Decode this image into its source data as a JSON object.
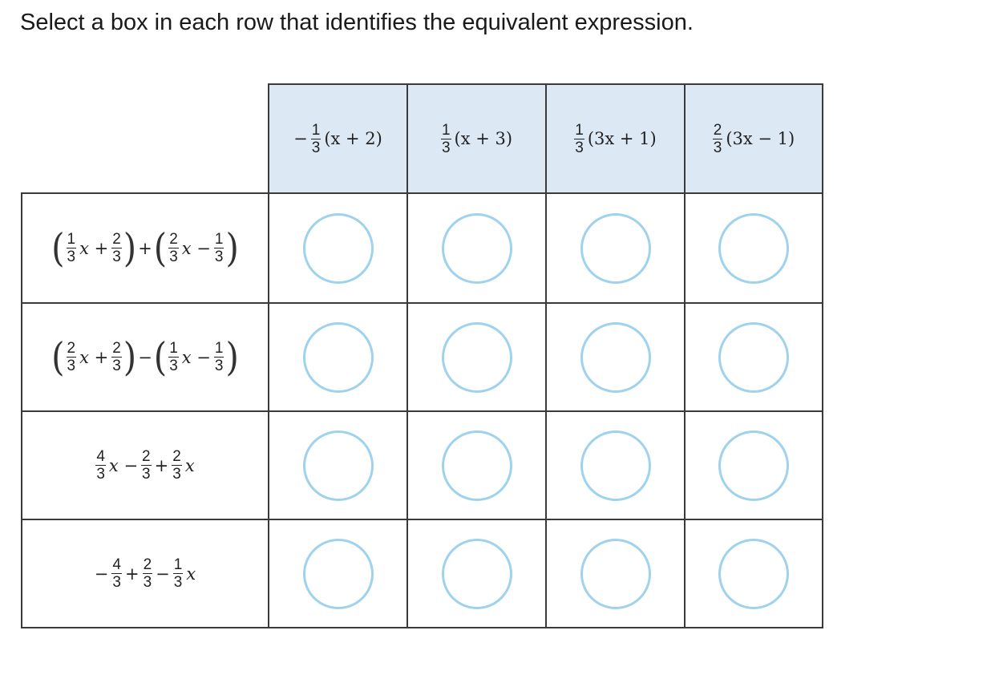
{
  "prompt": "Select a box in each row that identifies the equivalent expression.",
  "columns": [
    [
      {
        "t": "−"
      },
      {
        "f": [
          "1",
          "3"
        ]
      },
      {
        "t": "(x + 2)"
      }
    ],
    [
      {
        "f": [
          "1",
          "3"
        ]
      },
      {
        "t": "(x + 3)"
      }
    ],
    [
      {
        "f": [
          "1",
          "3"
        ]
      },
      {
        "t": "(3x + 1)"
      }
    ],
    [
      {
        "f": [
          "2",
          "3"
        ]
      },
      {
        "t": "(3x − 1)"
      }
    ]
  ],
  "rows": [
    [
      {
        "p": "("
      },
      {
        "f": [
          "1",
          "3"
        ]
      },
      {
        "t": "x +",
        "i": true
      },
      {
        "f": [
          "2",
          "3"
        ]
      },
      {
        "p": ")"
      },
      {
        "t": "+"
      },
      {
        "p": "("
      },
      {
        "f": [
          "2",
          "3"
        ]
      },
      {
        "t": "x −",
        "i": true
      },
      {
        "f": [
          "1",
          "3"
        ]
      },
      {
        "p": ")"
      }
    ],
    [
      {
        "p": "("
      },
      {
        "f": [
          "2",
          "3"
        ]
      },
      {
        "t": "x +",
        "i": true
      },
      {
        "f": [
          "2",
          "3"
        ]
      },
      {
        "p": ")"
      },
      {
        "t": "−"
      },
      {
        "p": "("
      },
      {
        "f": [
          "1",
          "3"
        ]
      },
      {
        "t": "x −",
        "i": true
      },
      {
        "f": [
          "1",
          "3"
        ]
      },
      {
        "p": ")"
      }
    ],
    [
      {
        "f": [
          "4",
          "3"
        ]
      },
      {
        "t": "x −",
        "i": true
      },
      {
        "f": [
          "2",
          "3"
        ]
      },
      {
        "t": "+"
      },
      {
        "f": [
          "2",
          "3"
        ]
      },
      {
        "t": "x",
        "i": true
      }
    ],
    [
      {
        "t": "−"
      },
      {
        "f": [
          "4",
          "3"
        ]
      },
      {
        "t": "+"
      },
      {
        "f": [
          "2",
          "3"
        ]
      },
      {
        "t": "−"
      },
      {
        "f": [
          "1",
          "3"
        ]
      },
      {
        "t": "x",
        "i": true
      }
    ]
  ],
  "selected": [
    null,
    null,
    null,
    null
  ],
  "colors": {
    "header_bg": "#dde8f5",
    "radio_border": "#9fd2ec"
  }
}
